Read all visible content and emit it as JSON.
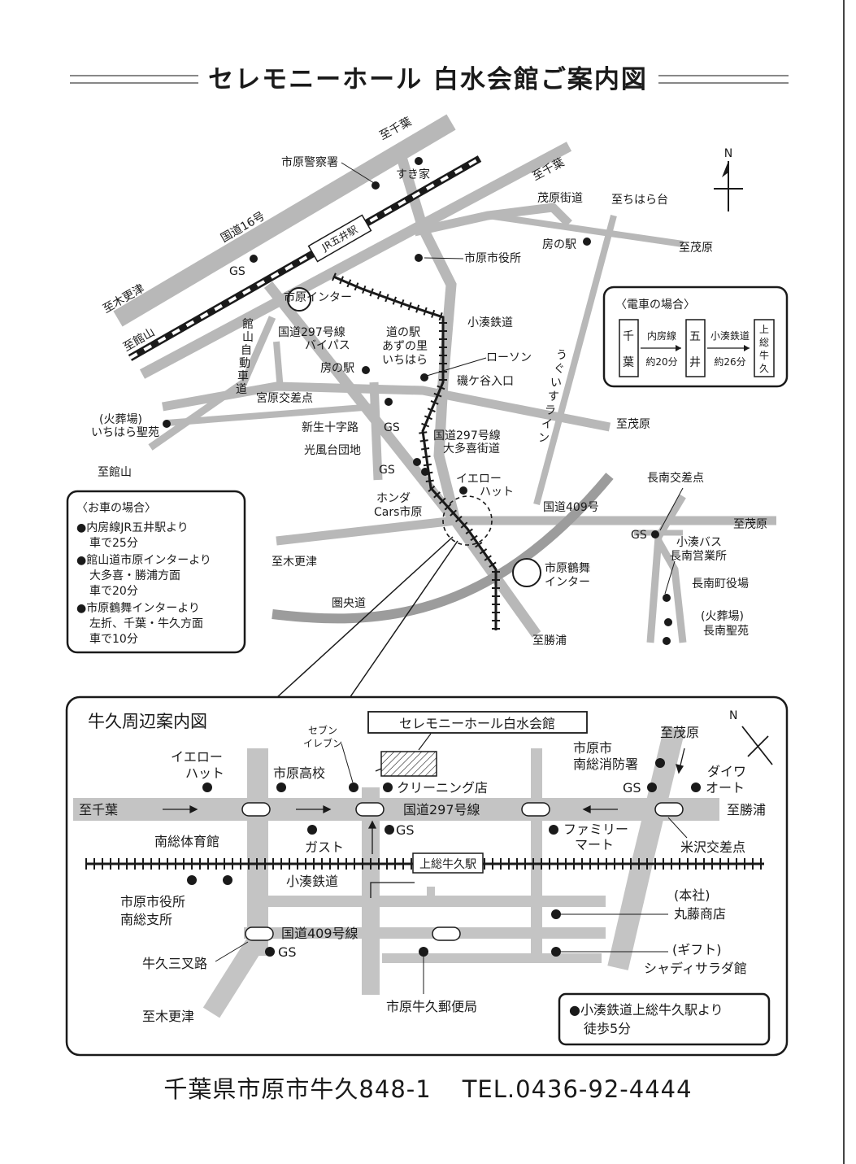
{
  "title": "セレモニーホール 白水会館ご案内図",
  "main_map": {
    "compass": "N",
    "labels": {
      "to_chiba_1": "至千葉",
      "to_chiba_2": "至千葉",
      "police": "市原警察署",
      "sukiya": "すき家",
      "mobara_kaido": "茂原街道",
      "to_chiharadai": "至ちはら台",
      "route16": "国道16号",
      "jr_goi": "JR五井駅",
      "fusa_eki": "房の駅",
      "to_mobara_1": "至茂原",
      "city_hall": "市原市役所",
      "gs_1": "GS",
      "to_kisarazu_1": "至木更津",
      "ichihara_ic": "市原インター",
      "kominato_rail": "小湊鉄道",
      "to_tateyama_1": "至館山",
      "route297_bypass_1": "国道297号線",
      "route297_bypass_2": "バイパス",
      "michinoeki_1": "道の駅",
      "michinoeki_2": "あずの里",
      "michinoeki_3": "いちはら",
      "lawson": "ローソン",
      "tateyama_exp_1": "館",
      "tateyama_exp_2": "山",
      "tateyama_exp_3": "自",
      "tateyama_exp_4": "動",
      "tateyama_exp_5": "車",
      "tateyama_exp_6": "道",
      "fusa_eki_2": "房の駅",
      "isogaya": "磯ケ谷入口",
      "miyahara": "宮原交差点",
      "uguisu_1": "う",
      "uguisu_2": "ぐ",
      "uguisu_3": "い",
      "uguisu_4": "す",
      "uguisu_5": "ラ",
      "uguisu_6": "イ",
      "uguisu_7": "ン",
      "crematorium_1": "(火葬場)",
      "crematorium_2": "いちはら聖苑",
      "shinsei": "新生十字路",
      "gs_2": "GS",
      "to_mobara_2": "至茂原",
      "route297_otaki_1": "国道297号線",
      "route297_otaki_2": "大多喜街道",
      "kofudai": "光風台団地",
      "to_tateyama_2": "至館山",
      "gs_3": "GS",
      "yellow_hat_1": "イエロー",
      "yellow_hat_2": "ハット",
      "chonan_cross": "長南交差点",
      "honda_1": "ホンダ",
      "honda_2": "Cars市原",
      "route409": "国道409号",
      "to_mobara_3": "至茂原",
      "gs_4": "GS",
      "kominato_bus_1": "小湊バス",
      "kominato_bus_2": "長南営業所",
      "to_kisarazu_2": "至木更津",
      "tsurumai_ic_1": "市原鶴舞",
      "tsurumai_ic_2": "インター",
      "chonan_office": "長南町役場",
      "ken_o": "圏央道",
      "crematorium_3": "(火葬場)",
      "crematorium_4": "長南聖苑",
      "to_katsuura": "至勝浦"
    },
    "train_box": {
      "header": "〈電車の場合〉",
      "st1_a": "千",
      "st1_b": "葉",
      "st2_a": "五",
      "st2_b": "井",
      "st3_a": "上",
      "st3_b": "総",
      "st3_c": "牛",
      "st3_d": "久",
      "line1": "内房線",
      "time1": "約20分",
      "line2": "小湊鉄道",
      "time2": "約26分"
    },
    "car_box": {
      "header": "〈お車の場合〉",
      "lines": [
        "●内房線JR五井駅より",
        "車で25分",
        "●館山道市原インターより",
        "大多喜・勝浦方面",
        "車で20分",
        "●市原鶴舞インターより",
        "左折、千葉・牛久方面",
        "車で10分"
      ]
    }
  },
  "inset_map": {
    "title": "牛久周辺案内図",
    "compass": "N",
    "venue": "セレモニーホール白水会館",
    "labels": {
      "seven_1": "セブン",
      "seven_2": "イレブン",
      "to_mobara": "至茂原",
      "fire_1": "市原市",
      "fire_2": "南総消防署",
      "yellow_1": "イエロー",
      "yellow_2": "ハット",
      "school": "市原高校",
      "cleaning": "クリーニング店",
      "gs_1": "GS",
      "daiwa_1": "ダイワ",
      "daiwa_2": "オート",
      "to_chiba": "至千葉",
      "route297": "国道297号線",
      "to_katsuura": "至勝浦",
      "gs_2": "GS",
      "familymart_1": "ファミリー",
      "familymart_2": "マート",
      "gym": "南総体育館",
      "gusto": "ガスト",
      "yonezawa": "米沢交差点",
      "station": "上総牛久駅",
      "kominato": "小湊鉄道",
      "branch_1": "市原市役所",
      "branch_2": "南総支所",
      "honsha": "(本社)",
      "maruto": "丸藤商店",
      "route409": "国道409号線",
      "gift": "(ギフト)",
      "shady": "シャディサラダ館",
      "sansaro": "牛久三叉路",
      "gs_3": "GS",
      "to_kisarazu": "至木更津",
      "post": "市原牛久郵便局",
      "walk_1": "●小湊鉄道上総牛久駅より",
      "walk_2": "徒歩5分"
    }
  },
  "footer": {
    "address": "千葉県市原市牛久848-1",
    "tel": "TEL.0436-92-4444"
  }
}
